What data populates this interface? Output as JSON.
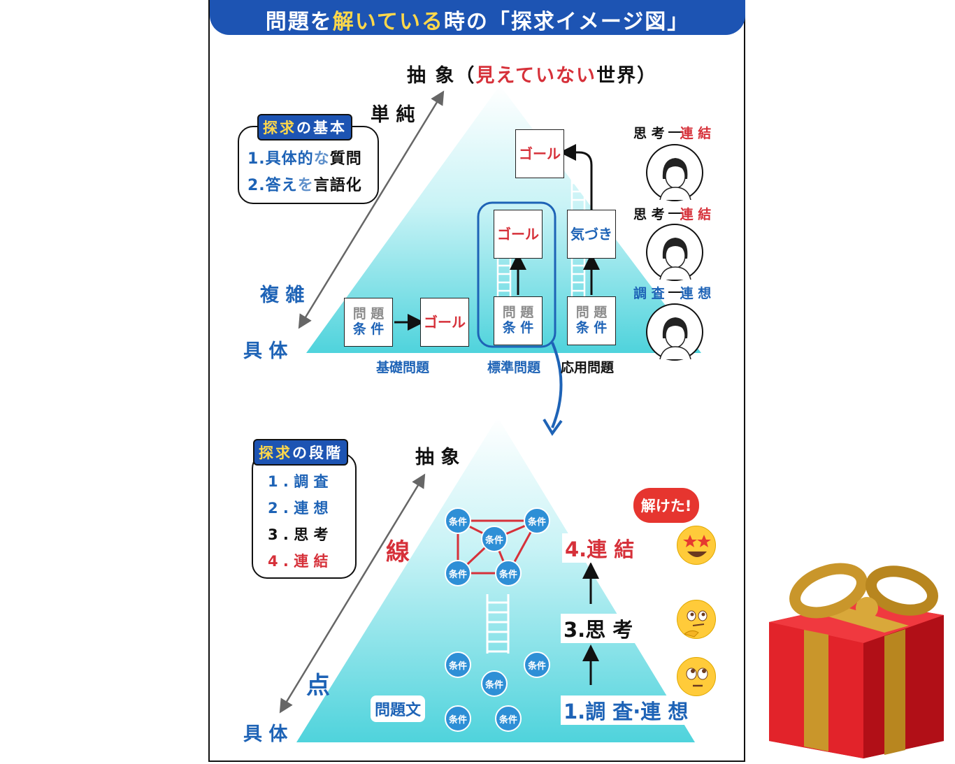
{
  "title": {
    "part1": "問題を",
    "part2": "解いている",
    "part3": "時の「探求イメージ図」"
  },
  "top": {
    "apex_black": "抽 象（",
    "apex_red": "見えていない",
    "apex_black2": "世界）",
    "simple": "単 純",
    "complex": "複 雑",
    "concrete": "具 体",
    "basics_tag_1": "探",
    "basics_tag_2": "求",
    "basics_tag_3": "の基本",
    "basic1_num": "1.",
    "basic1_a": "具体的",
    "basic1_b": "な",
    "basic1_c": "質問",
    "basic2_num": "2.",
    "basic2_a": "答え",
    "basic2_b": "を",
    "basic2_c": "言語化",
    "box_problem_1": "問 題",
    "box_condition": "条 件",
    "goal": "ゴール",
    "notice": "気づき",
    "cat_basic": "基礎問題",
    "cat_standard": "標準問題",
    "cat_applied": "応用問題",
    "person1_a": "思 考",
    "person1_b": "連 結",
    "person2_a": "思 考",
    "person2_b": "連 結",
    "person3_a": "調 査",
    "person3_b": "連 想"
  },
  "bottom": {
    "stages_tag_1": "探",
    "stages_tag_2": "求",
    "stages_tag_3": "の段階",
    "stage1": "1 . 調 査",
    "stage2": "2 . 連 想",
    "stage3": "3 . 思 考",
    "stage4": "4 . 連 結",
    "abstract": "抽 象",
    "line": "線",
    "point": "点",
    "concrete": "具 体",
    "node": "条件",
    "problem_text": "問題文",
    "step4": "4.連 結",
    "step3": "3.思 考",
    "step1": "1.調 査·連 想",
    "solved": "解けた!"
  },
  "colors": {
    "blue": "#1e63b6",
    "red": "#d6313a",
    "navy": "#1d54b3",
    "cyan": "#7fe3ea",
    "gift": "#d8121b",
    "ribbon": "#c9962b"
  },
  "icons": [
    "person-avatar",
    "star-eyes-emoji",
    "thinking-emoji",
    "rolling-eyes-emoji",
    "gift-box-icon",
    "ladder-icon"
  ]
}
